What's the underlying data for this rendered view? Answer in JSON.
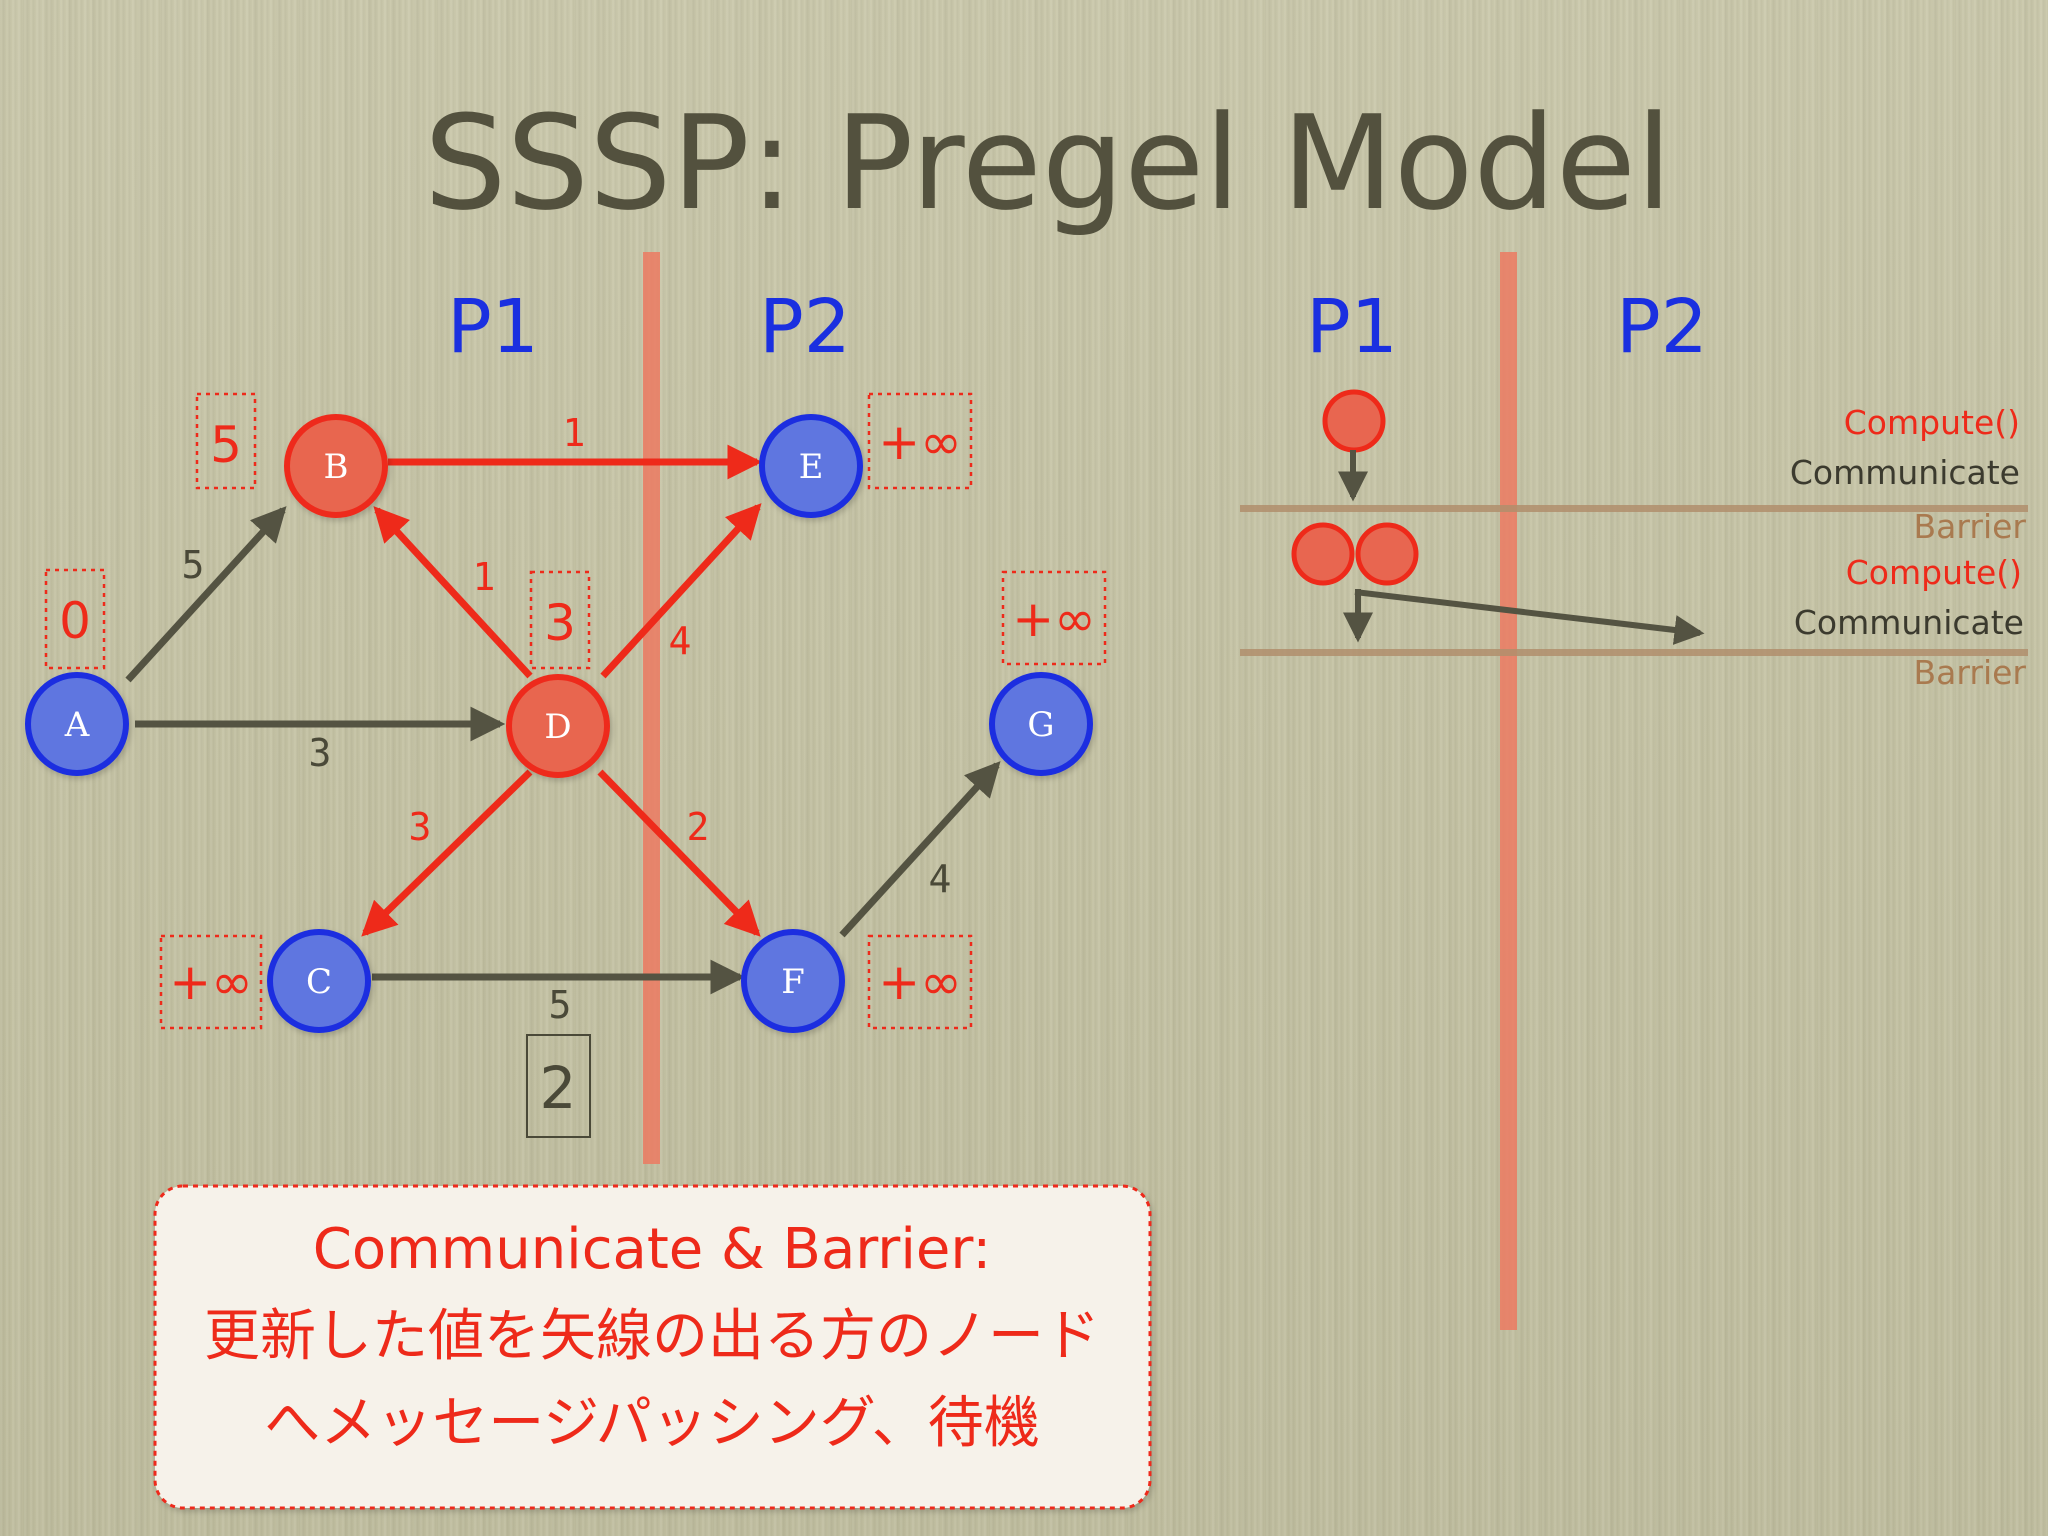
{
  "title": "SSSP: Pregel Model",
  "colors": {
    "red": "#ee2a1a",
    "red_node": "#e86650",
    "blue_node": "#5e76e0",
    "blue_ring": "#1a2fe0",
    "dark": "#545342",
    "partition": "#ec7a62",
    "barrier": "#b08e6c"
  },
  "graph": {
    "partitions": [
      "P1",
      "P2"
    ],
    "nodes": [
      {
        "id": "A",
        "label": "A",
        "state": "inactive",
        "distance": "0"
      },
      {
        "id": "B",
        "label": "B",
        "state": "active",
        "distance": "5"
      },
      {
        "id": "C",
        "label": "C",
        "state": "inactive",
        "distance": "+∞"
      },
      {
        "id": "D",
        "label": "D",
        "state": "active",
        "distance": "3"
      },
      {
        "id": "E",
        "label": "E",
        "state": "inactive",
        "distance": "+∞"
      },
      {
        "id": "F",
        "label": "F",
        "state": "inactive",
        "distance": "+∞"
      },
      {
        "id": "G",
        "label": "G",
        "state": "inactive",
        "distance": "+∞"
      }
    ],
    "edges": [
      {
        "from": "A",
        "to": "B",
        "weight": "5",
        "highlight": false
      },
      {
        "from": "A",
        "to": "D",
        "weight": "3",
        "highlight": false
      },
      {
        "from": "D",
        "to": "B",
        "weight": "1",
        "highlight": true
      },
      {
        "from": "B",
        "to": "E",
        "weight": "1",
        "highlight": true
      },
      {
        "from": "D",
        "to": "E",
        "weight": "4",
        "highlight": true
      },
      {
        "from": "D",
        "to": "C",
        "weight": "3",
        "highlight": true
      },
      {
        "from": "D",
        "to": "F",
        "weight": "2",
        "highlight": true
      },
      {
        "from": "C",
        "to": "F",
        "weight": "5",
        "highlight": false
      },
      {
        "from": "F",
        "to": "G",
        "weight": "4",
        "highlight": false
      }
    ],
    "superstep": "2"
  },
  "timeline": {
    "partitions": [
      "P1",
      "P2"
    ],
    "rows": [
      {
        "text": "Compute()",
        "style": "red"
      },
      {
        "text": "Communicate",
        "style": "dark"
      },
      {
        "text": "Barrier",
        "style": "brown"
      },
      {
        "text": "Compute()",
        "style": "red"
      },
      {
        "text": "Communicate",
        "style": "dark"
      },
      {
        "text": "Barrier",
        "style": "brown"
      }
    ]
  },
  "callout": {
    "line1": "Communicate & Barrier:",
    "line2": "更新した値を矢線の出る方のノード",
    "line3": "へメッセージパッシング、待機"
  }
}
